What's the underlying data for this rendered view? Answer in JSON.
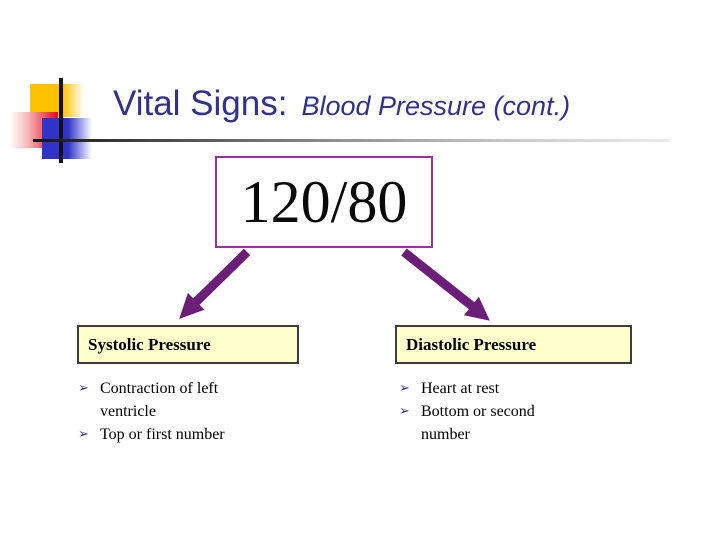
{
  "slide": {
    "title": "Vital Signs:",
    "subtitle": "Blood Pressure (cont.)",
    "bp_reading": "120/80",
    "bullet_glyph": "➢",
    "left_panel": {
      "header": "Systolic Pressure",
      "bullets": [
        "Contraction of left ventricle",
        "Top or first number"
      ]
    },
    "right_panel": {
      "header": "Diastolic Pressure",
      "bullets": [
        "Heart at rest",
        "Bottom or second number"
      ]
    },
    "colors": {
      "title": "#32328c",
      "arrow": "#6b1e78",
      "bp_box_border": "#993399",
      "panel_bg": "#ffffcc",
      "logo_yellow": "#ffc200",
      "logo_red": "#e8112d",
      "logo_blue": "#3032c8"
    }
  }
}
